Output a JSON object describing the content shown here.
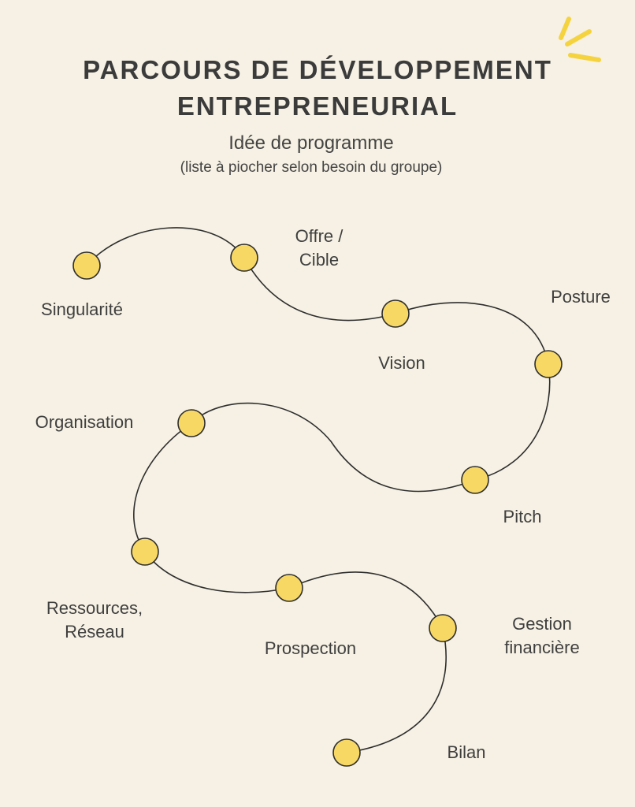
{
  "header": {
    "title_line1": "PARCOURS DE DÉVELOPPEMENT",
    "title_line2": "ENTREPRENEURIAL",
    "subtitle": "Idée de programme",
    "subnote": "(liste à piocher selon besoin du groupe)"
  },
  "steps": [
    {
      "label": "Singularité"
    },
    {
      "label": "Offre /\nCible"
    },
    {
      "label": "Vision"
    },
    {
      "label": "Posture"
    },
    {
      "label": "Pitch"
    },
    {
      "label": "Organisation"
    },
    {
      "label": "Ressources,\nRéseau"
    },
    {
      "label": "Prospection"
    },
    {
      "label": "Gestion\nfinancière"
    },
    {
      "label": "Bilan"
    }
  ],
  "colors": {
    "node_fill": "#f8d865",
    "node_stroke": "#2e2e2e",
    "path": "#2e2e2e",
    "accent": "#f5d33e"
  },
  "icons": {
    "decoration": "sparkle-icon"
  }
}
